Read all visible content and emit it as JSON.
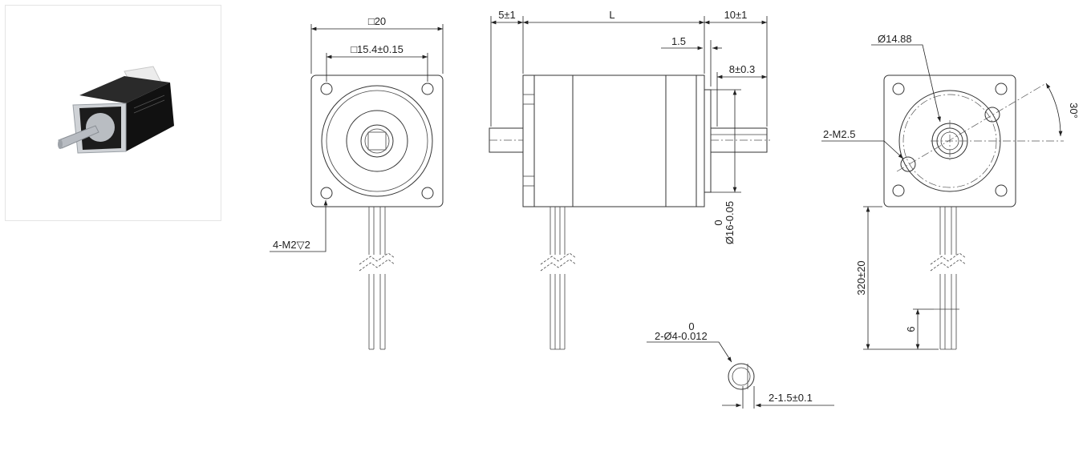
{
  "front_view": {
    "outer_square": "□20",
    "bolt_square": "□15.4±0.15",
    "holes": "4-M2▽2"
  },
  "side_view": {
    "rear_shaft": "5±1",
    "length": "L",
    "front_shaft": "10±1",
    "boss": "1.5",
    "flat": "8±0.3",
    "pilot_tol": "0",
    "pilot_dia": "Ø16-0.05"
  },
  "rear_view": {
    "pcd": "Ø14.88",
    "holes": "2-M2.5",
    "angle": "30°",
    "lead_length": "320±20",
    "strip": "6"
  },
  "shaft_detail": {
    "tol": "0",
    "dia": "2-Ø4-0.012",
    "flat": "2-1.5±0.1"
  },
  "colors": {
    "line": "#333333",
    "body": "#1a1a1a",
    "shaft": "#b8bcc2",
    "connector": "#ececec"
  }
}
